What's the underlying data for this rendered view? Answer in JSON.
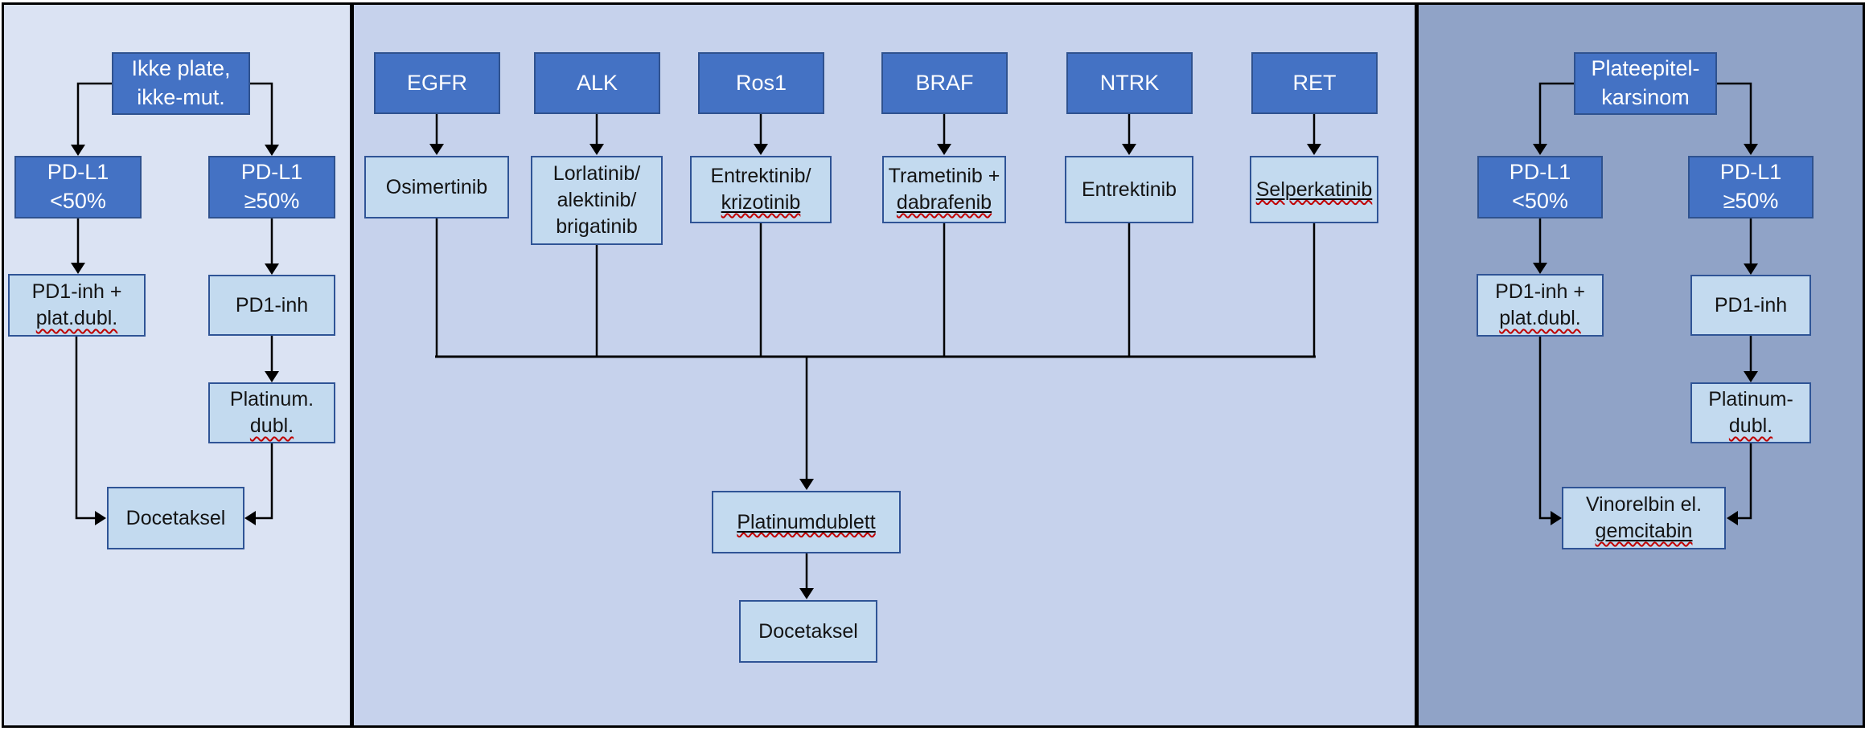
{
  "colors": {
    "dark_box": "#4472C4",
    "dark_box_border": "#2F528F",
    "light_box": "#C3DAEF",
    "light_box_border": "#2F5496",
    "left_bg": "#DBE3F3",
    "middle_bg": "#C6D2EC",
    "right_bg": "#90A3C7",
    "connector": "#000000",
    "spellcheck_squiggle": "#C00000"
  },
  "left": {
    "header_parts": [
      {
        "text": "Ikke plate,",
        "br": true
      },
      {
        "text": "ikke-mut."
      }
    ],
    "pdl1_lt50_parts": [
      {
        "text": "PD-L1",
        "br": true
      },
      {
        "text": "<50%"
      }
    ],
    "pdl1_ge50_parts": [
      {
        "text": "PD-L1",
        "br": true
      },
      {
        "text": "≥50%"
      }
    ],
    "pd1_inh_plat_parts": [
      {
        "text": "PD1-inh +",
        "br": true
      },
      {
        "text": "plat.dubl.",
        "deco": "squiggle"
      }
    ],
    "pd1_inh": "PD1-inh",
    "platinum_dubl_parts": [
      {
        "text": "Platinum.",
        "br": true
      },
      {
        "text": "dubl.",
        "deco": "squiggle"
      }
    ],
    "docetaksel": "Docetaksel"
  },
  "middle": {
    "genes": [
      "EGFR",
      "ALK",
      "Ros1",
      "BRAF",
      "NTRK",
      "RET"
    ],
    "osimertinib": "Osimertinib",
    "lorlatinib_parts": [
      {
        "text": "Lorlatinib/",
        "br": true
      },
      {
        "text": "alektinib/",
        "br": true
      },
      {
        "text": "brigatinib"
      }
    ],
    "entrektinib_krizotinib_parts": [
      {
        "text": "Entrektinib/",
        "br": true
      },
      {
        "text": "krizotinib",
        "deco": "line-squiggle"
      }
    ],
    "trametinib_dabrafenib_parts": [
      {
        "text": "Trametinib +",
        "br": true
      },
      {
        "text": "dabrafenib",
        "deco": "line-squiggle"
      }
    ],
    "entrektinib": "Entrektinib",
    "selperkatinib_parts": [
      {
        "text": "Selperkatinib",
        "deco": "line-squiggle"
      }
    ],
    "platinumdublett_parts": [
      {
        "text": "Platinumdublett",
        "deco": "line-squiggle"
      }
    ],
    "docetaksel": "Docetaksel"
  },
  "right": {
    "header_parts": [
      {
        "text": "Plateepitel-",
        "br": true
      },
      {
        "text": "karsinom"
      }
    ],
    "pdl1_lt50_parts": [
      {
        "text": "PD-L1",
        "br": true
      },
      {
        "text": "<50%"
      }
    ],
    "pdl1_ge50_parts": [
      {
        "text": "PD-L1",
        "br": true
      },
      {
        "text": "≥50%"
      }
    ],
    "pd1_inh_plat_parts": [
      {
        "text": "PD1-inh +",
        "br": true
      },
      {
        "text": "plat.dubl.",
        "deco": "squiggle"
      }
    ],
    "pd1_inh": "PD1-inh",
    "platinum_dubl_parts": [
      {
        "text": "Platinum-",
        "br": true
      },
      {
        "text": "dubl.",
        "deco": "squiggle"
      }
    ],
    "vinorelbin_parts": [
      {
        "text": "Vinorelbin el.",
        "br": true
      },
      {
        "text": "gemcitabin",
        "deco": "line-squiggle"
      }
    ]
  }
}
